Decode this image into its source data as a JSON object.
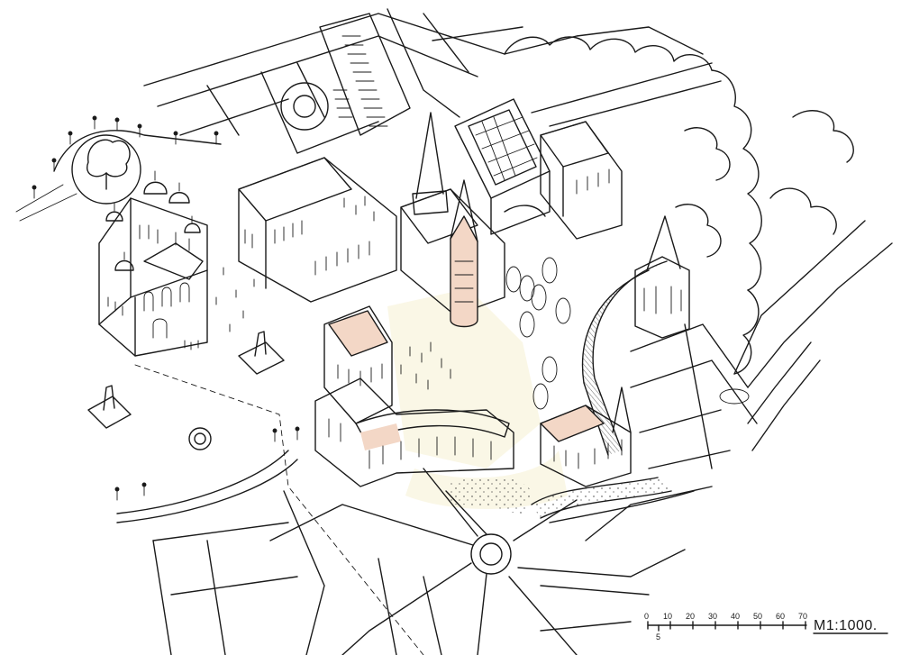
{
  "drawing": {
    "subject": "hand-drawn urban plan sketch"
  },
  "scale_bar": {
    "ticks": [
      "0",
      "10",
      "20",
      "30",
      "40",
      "50",
      "60",
      "70"
    ],
    "sub_tick": "5",
    "label": "M1:1000."
  },
  "colors": {
    "ink": "#1a1a1a",
    "roof_warm": "#f3d7c6",
    "roof_gold": "#f2e4b0",
    "ground_tint": "#f6f1d2"
  }
}
